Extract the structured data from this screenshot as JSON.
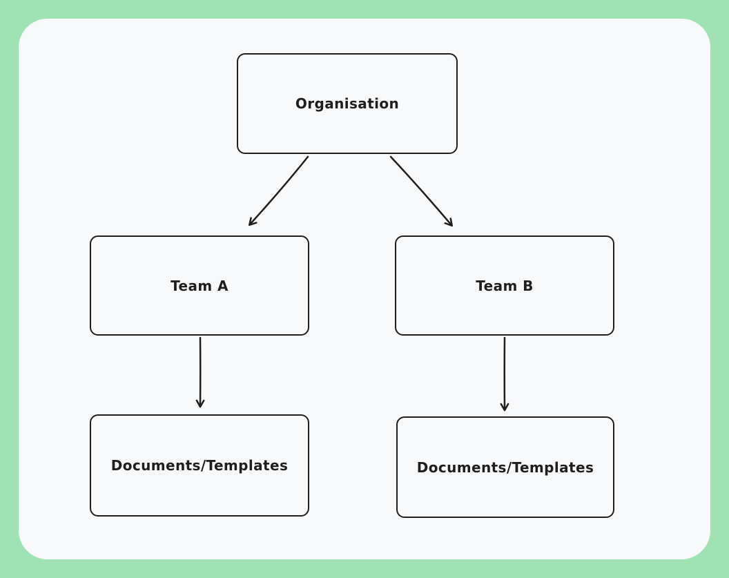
{
  "theme": {
    "frame_background": "#9fe3b4",
    "canvas_background": "#f8f9fb",
    "stroke_color": "#1e1e1e",
    "text_color": "#1e1e1e"
  },
  "diagram": {
    "type": "org-hierarchy",
    "nodes": [
      {
        "id": "organisation",
        "label": "Organisation"
      },
      {
        "id": "team-a",
        "label": "Team A"
      },
      {
        "id": "team-b",
        "label": "Team B"
      },
      {
        "id": "team-a-documents",
        "label": "Documents/Templates"
      },
      {
        "id": "team-b-documents",
        "label": "Documents/Templates"
      }
    ],
    "edges": [
      {
        "from": "organisation",
        "to": "team-a",
        "style": "arrow"
      },
      {
        "from": "organisation",
        "to": "team-b",
        "style": "arrow"
      },
      {
        "from": "team-a",
        "to": "team-a-documents",
        "style": "arrow"
      },
      {
        "from": "team-b",
        "to": "team-b-documents",
        "style": "arrow"
      }
    ]
  }
}
